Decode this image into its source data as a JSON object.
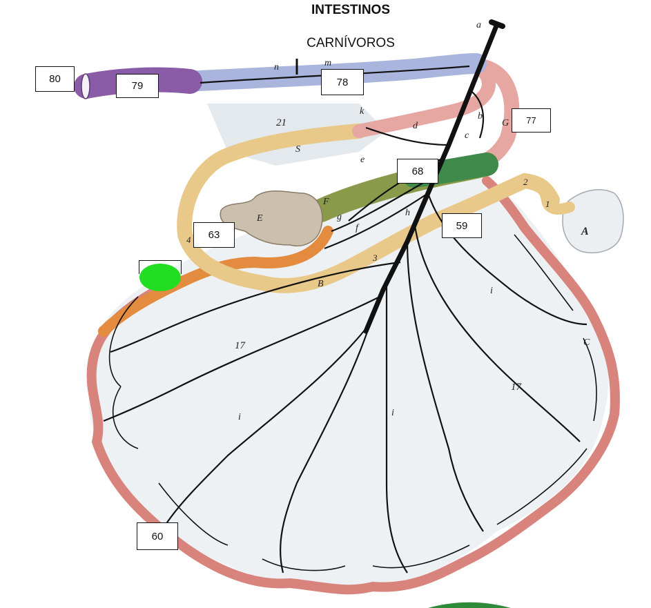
{
  "title": "INTESTINOS",
  "subtitle": "CARNÍVOROS",
  "boxes": {
    "b80": "80",
    "b79": "79",
    "b78": "78",
    "b77": "77",
    "b68": "68",
    "b63": "63",
    "b59": "59",
    "b60": "60",
    "b_hidden": ""
  },
  "figure_letters": {
    "a": "a",
    "b": "b",
    "c": "c",
    "d": "d",
    "e": "e",
    "f": "f",
    "g": "g",
    "h": "h",
    "i": "i",
    "k": "k",
    "m": "m",
    "n": "n",
    "A": "A",
    "B": "B",
    "C": "C",
    "E": "E",
    "F": "F",
    "G": "G",
    "S": "S",
    "n1": "1",
    "n2": "2",
    "n3": "3",
    "n4": "4",
    "n17": "17",
    "n21": "21"
  },
  "colors": {
    "rectum": "#8a5ca8",
    "descending_colon": "#a9b5dc",
    "transverse_colon": "#e6a6a2",
    "ileum": "#e9c98a",
    "jejunum": "#d8847d",
    "cecum": "#cbbfae",
    "ascending_colon": "#8a9a4a",
    "highlight": "#22dd22",
    "vessel": "#111111"
  }
}
